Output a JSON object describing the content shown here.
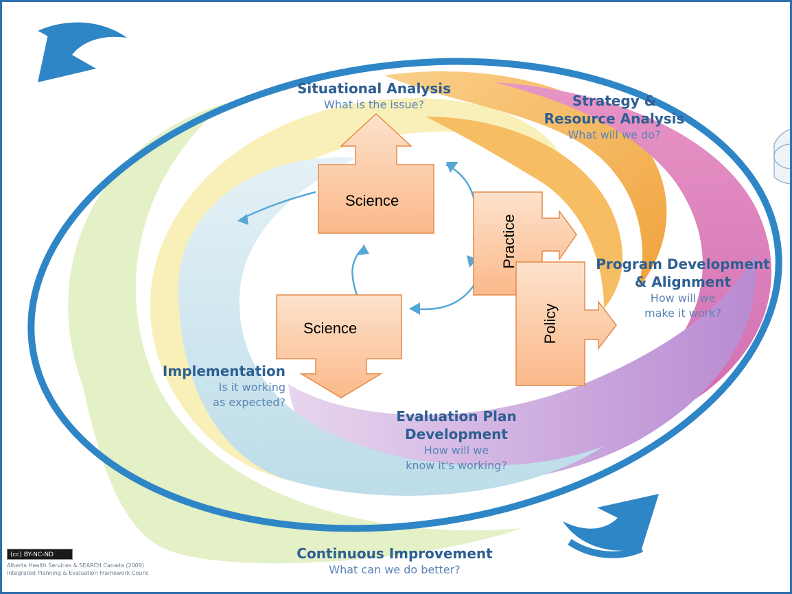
{
  "phases": {
    "situational": {
      "title": "Situational Analysis",
      "question": "What is the issue?"
    },
    "strategy": {
      "title_line1": "Strategy &",
      "title_line2": "Resource Analysis",
      "question": "What will we do?"
    },
    "program": {
      "title_line1": "Program Development",
      "title_line2": "& Alignment",
      "question_line1": "How will we",
      "question_line2": "make it work?"
    },
    "evaluation": {
      "title_line1": "Evaluation Plan",
      "title_line2": "Development",
      "question_line1": "How will we",
      "question_line2": "know it's working?"
    },
    "implementation": {
      "title": "Implementation",
      "question_line1": "Is it working",
      "question_line2": "as expected?"
    },
    "continuous": {
      "title": "Continuous Improvement",
      "question": "What can we do better?"
    }
  },
  "callouts": {
    "science_top": "Science",
    "science_bottom": "Science",
    "practice": "Practice",
    "policy": "Policy"
  },
  "credit": {
    "license": "(cc) BY-NC-ND",
    "line1": "Alberta Health Services & SEARCH Canada (2009)",
    "line2": "Integrated Planning & Evaluation Framework Counc"
  },
  "colors": {
    "ring": "#2f86c6",
    "yellow": "#f7eeb0",
    "orange": "#f5b85a",
    "magenta": "#d97ab8",
    "purple": "#c9a5dc",
    "lightblue": "#cfe6f0",
    "green": "#dfeec0",
    "callout_fill": "#fcc9a0",
    "callout_stroke": "#e38a4a"
  }
}
